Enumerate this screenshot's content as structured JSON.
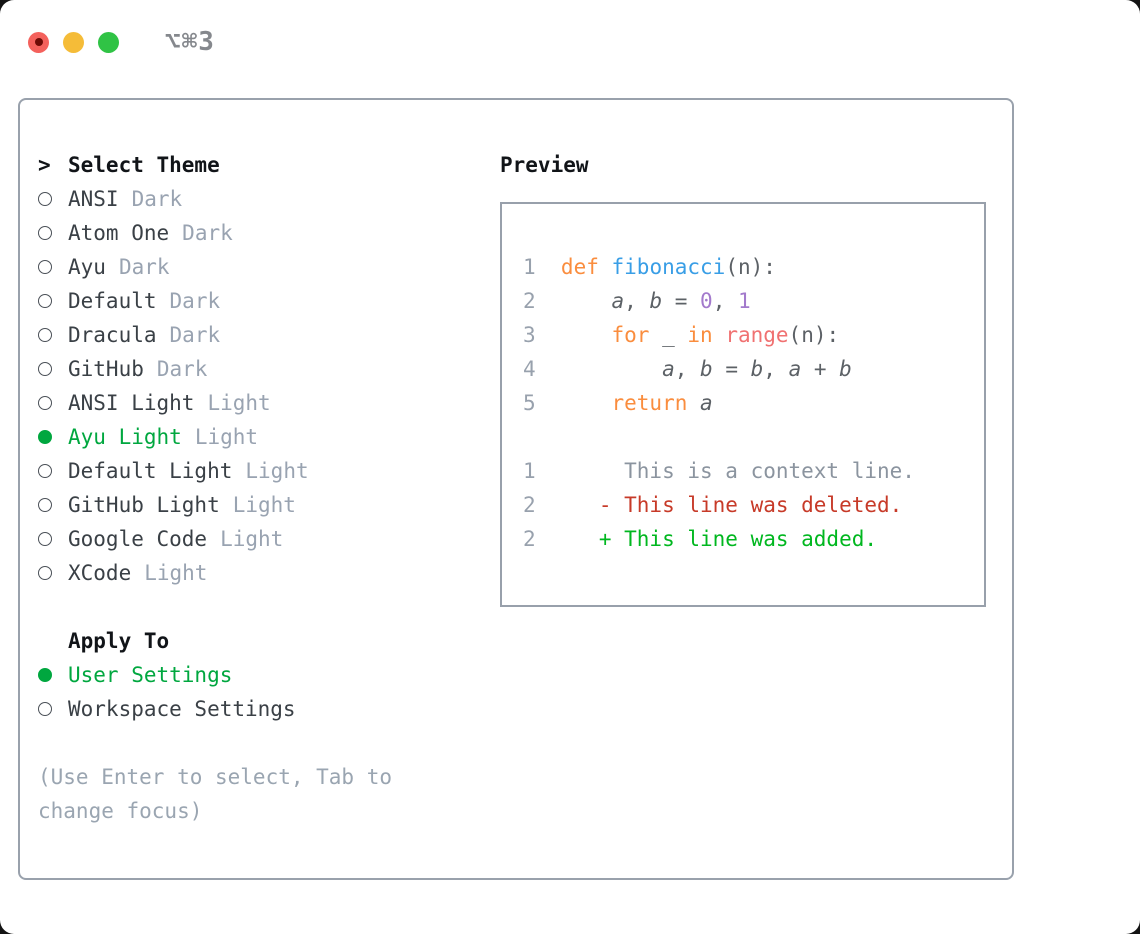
{
  "window": {
    "title": "⌥⌘3"
  },
  "theme_panel": {
    "header_marker": ">",
    "list_header": "Select Theme",
    "themes": [
      {
        "name": "ANSI",
        "variant": "Dark",
        "selected": false
      },
      {
        "name": "Atom One",
        "variant": "Dark",
        "selected": false
      },
      {
        "name": "Ayu",
        "variant": "Dark",
        "selected": false
      },
      {
        "name": "Default",
        "variant": "Dark",
        "selected": false
      },
      {
        "name": "Dracula",
        "variant": "Dark",
        "selected": false
      },
      {
        "name": "GitHub",
        "variant": "Dark",
        "selected": false
      },
      {
        "name": "ANSI Light",
        "variant": "Light",
        "selected": false
      },
      {
        "name": "Ayu Light",
        "variant": "Light",
        "selected": true
      },
      {
        "name": "Default Light",
        "variant": "Light",
        "selected": false
      },
      {
        "name": "GitHub Light",
        "variant": "Light",
        "selected": false
      },
      {
        "name": "Google Code",
        "variant": "Light",
        "selected": false
      },
      {
        "name": "XCode",
        "variant": "Light",
        "selected": false
      }
    ],
    "apply_to_header": "Apply To",
    "apply_to_options": [
      {
        "label": "User Settings",
        "selected": true
      },
      {
        "label": "Workspace Settings",
        "selected": false
      }
    ],
    "hint_lines": [
      "(Use Enter to select, Tab to",
      "change focus)"
    ]
  },
  "preview": {
    "header": "Preview",
    "lines": [
      {
        "num": "1",
        "tokens": [
          [
            "def",
            "keyword"
          ],
          [
            " ",
            "plain"
          ],
          [
            "fibonacci",
            "function"
          ],
          [
            "(n):",
            "plain"
          ]
        ]
      },
      {
        "num": "2",
        "tokens": [
          [
            "    ",
            "plain"
          ],
          [
            "a",
            "var"
          ],
          [
            ", ",
            "plain"
          ],
          [
            "b",
            "var"
          ],
          [
            " = ",
            "plain"
          ],
          [
            "0",
            "number"
          ],
          [
            ", ",
            "plain"
          ],
          [
            "1",
            "number"
          ]
        ]
      },
      {
        "num": "3",
        "tokens": [
          [
            "    ",
            "plain"
          ],
          [
            "for",
            "keyword"
          ],
          [
            " _ ",
            "plain"
          ],
          [
            "in",
            "keyword"
          ],
          [
            " ",
            "plain"
          ],
          [
            "range",
            "builtin"
          ],
          [
            "(n):",
            "plain"
          ]
        ]
      },
      {
        "num": "4",
        "tokens": [
          [
            "        ",
            "plain"
          ],
          [
            "a",
            "var"
          ],
          [
            ", ",
            "plain"
          ],
          [
            "b",
            "var"
          ],
          [
            " = ",
            "plain"
          ],
          [
            "b",
            "var"
          ],
          [
            ", ",
            "plain"
          ],
          [
            "a",
            "var"
          ],
          [
            " + ",
            "plain"
          ],
          [
            "b",
            "var"
          ]
        ]
      },
      {
        "num": "5",
        "tokens": [
          [
            "    ",
            "plain"
          ],
          [
            "return",
            "keyword"
          ],
          [
            " ",
            "plain"
          ],
          [
            "a",
            "var"
          ]
        ]
      },
      {
        "num": "",
        "tokens": []
      },
      {
        "num": "1",
        "tokens": [
          [
            "     This is a context line.",
            "context"
          ]
        ]
      },
      {
        "num": "2",
        "tokens": [
          [
            "   - This line was deleted.",
            "deleted"
          ]
        ]
      },
      {
        "num": "2",
        "tokens": [
          [
            "   + This line was added.",
            "added"
          ]
        ]
      }
    ]
  },
  "colors": {
    "accent_green": "#00a73f",
    "diff_added": "#00b71f",
    "diff_deleted": "#c73a28",
    "syntax_keyword": "#fa8d3e",
    "syntax_function": "#399ee6",
    "syntax_number": "#a37acc",
    "syntax_builtin": "#f07171",
    "code_text": "#5c6166",
    "muted_text": "#99a3b1",
    "traffic_red": "#f4615c",
    "traffic_yellow": "#f5bc38",
    "traffic_green": "#30c345"
  }
}
